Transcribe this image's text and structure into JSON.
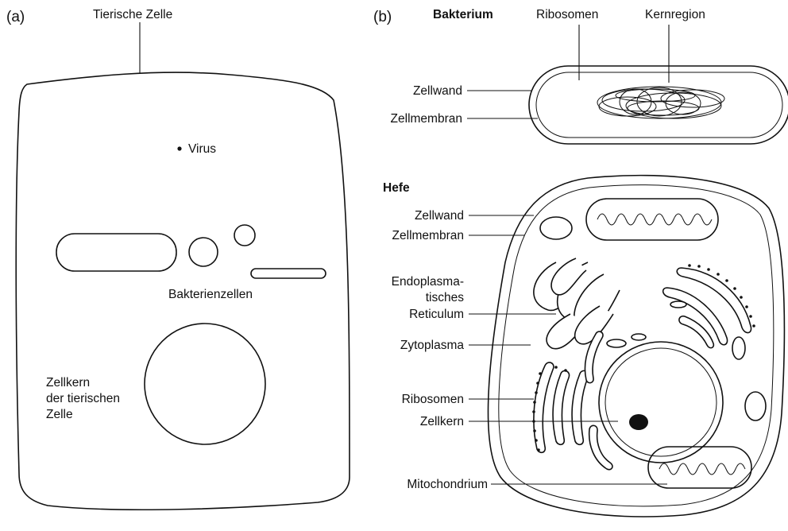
{
  "panel_a": {
    "tag": "(a)",
    "labels": {
      "animal_cell": "Tierische Zelle",
      "virus": "Virus",
      "bacteria": "Bakterienzellen",
      "nucleus_line1": "Zellkern",
      "nucleus_line2": "der tierischen",
      "nucleus_line3": "Zelle"
    }
  },
  "panel_b": {
    "tag": "(b)",
    "bacterium": {
      "title": "Bakterium",
      "ribosomes": "Ribosomen",
      "nuclear_region": "Kernregion",
      "cell_wall": "Zellwand",
      "cell_membrane": "Zellmembran"
    },
    "yeast": {
      "title": "Hefe",
      "cell_wall": "Zellwand",
      "cell_membrane": "Zellmembran",
      "er_line1": "Endoplasma-",
      "er_line2": "tisches",
      "er_line3": "Reticulum",
      "cytoplasm": "Zytoplasma",
      "ribosomes": "Ribosomen",
      "nucleus": "Zellkern",
      "mitochondrion": "Mitochondrium"
    }
  }
}
